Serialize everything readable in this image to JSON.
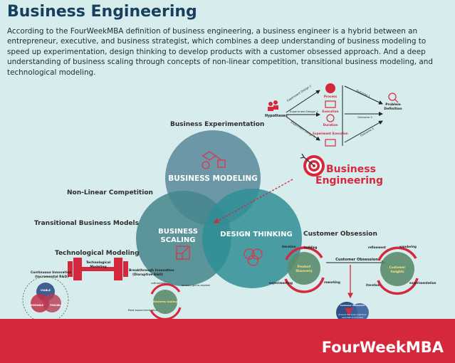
{
  "header": {
    "title": "Business Engineering",
    "intro": "According to the FourWeekMBA definition of business engineering, a business engineer is a hybrid between an entrepreneur, executive, and business strategist, which combines a deep understanding of business modeling to speed up experimentation, design thinking to develop products with a customer obsessed approach. And a deep understanding of business scaling through concepts of non-linear competition, transitional business modeling, and technological modeling."
  },
  "colors": {
    "background": "#d7ecec",
    "title": "#16405b",
    "circle_modeling": "#5f8e9e",
    "circle_scaling": "#45858b",
    "circle_design": "#2f8e95",
    "accent_red": "#d6283d",
    "footer": "#d6283d"
  },
  "venn": {
    "modeling": "BUSINESS MODELING",
    "scaling_line1": "BUSINESS",
    "scaling_line2": "SCALING",
    "design": "DESIGN THINKING"
  },
  "side_labels": {
    "experimentation": "Business Experimentation",
    "nonlinear": "Non-Linear Competition",
    "transitional": "Transitional Business Models",
    "technological": "Technological Modeling",
    "customer_obsession": "Customer Obsession"
  },
  "center_label": {
    "line1": "Business",
    "line2": "Engineering"
  },
  "experiment_flow": {
    "hypotheses": "Hypotheses",
    "designs": [
      "Experiment Design 1",
      "Experiment Design 2",
      "Experiment Design 3"
    ],
    "steps": [
      "Process",
      "Execution",
      "Duration",
      "Experiment Execution"
    ],
    "outcomes": [
      "Outcome 1",
      "Outcome 2",
      "Outcome 3"
    ],
    "problem_line1": "Problem",
    "problem_line2": "Definition"
  },
  "tech_model": {
    "title_line1": "Technological",
    "title_line2": "Modeling",
    "left_line1": "Continuous Innovation",
    "left_line2": "(Incremental R&D)",
    "right_line1": "Breakthrough Innovation",
    "right_line2": "(Disruptive R&D)",
    "venn": [
      "VIABLE",
      "DESIRABLE",
      "FEASIBLE"
    ]
  },
  "scaling_cycle": {
    "items": [
      "refinement",
      "launch, go-to-market",
      "Business Scaling",
      "Best experimentation"
    ]
  },
  "customer_obsession": {
    "center": "Customer Obsession",
    "left_circle_line1": "Product",
    "left_circle_line2": "Discovery",
    "right_circle_line1": "Customer",
    "right_circle_line2": "Insights",
    "left_items": [
      "iteration",
      "building",
      "experimenting",
      "reworking"
    ],
    "right_items": [
      "refinement",
      "wandering",
      "iteration",
      "experimentation"
    ],
    "bottom_line1": "Customer Obsession",
    "bottom_line2": "(Product that solve customers'",
    "bottom_line3": "expectations and care)"
  },
  "footer": {
    "brand": "FourWeekMBA"
  }
}
